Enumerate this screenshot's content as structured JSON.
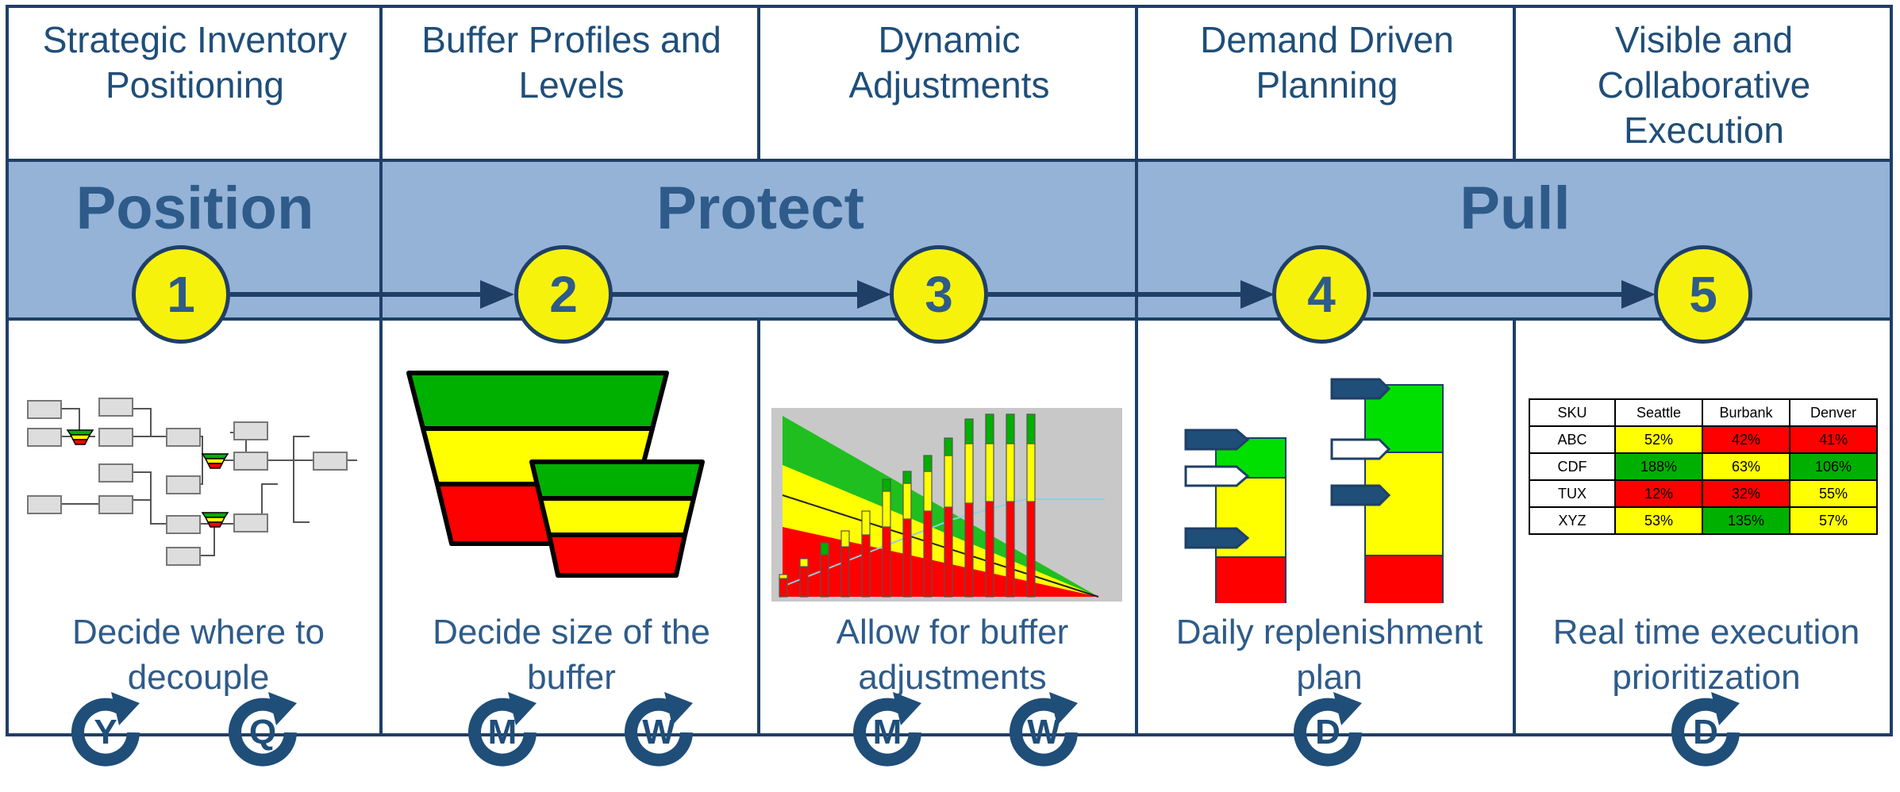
{
  "columns": [
    {
      "header": "Strategic Inventory Positioning",
      "description": "Decide where to decouple",
      "cycles": [
        "Y",
        "Q"
      ]
    },
    {
      "header": "Buffer Profiles and Levels",
      "description": "Decide size of the buffer",
      "cycles": [
        "M",
        "W"
      ]
    },
    {
      "header": "Dynamic Adjustments",
      "description": "Allow for buffer adjustments",
      "cycles": [
        "M",
        "W"
      ]
    },
    {
      "header": "Demand Driven Planning",
      "description": "Daily replenishment plan",
      "cycles": [
        "D"
      ]
    },
    {
      "header": "Visible and Collaborative Execution",
      "description": "Real time execution prioritization",
      "cycles": [
        "D"
      ]
    }
  ],
  "phases": [
    "Position",
    "Protect",
    "Pull"
  ],
  "steps": [
    "1",
    "2",
    "3",
    "4",
    "5"
  ],
  "sku_table": {
    "headers": [
      "SKU",
      "Seattle",
      "Burbank",
      "Denver"
    ],
    "rows": [
      {
        "sku": "ABC",
        "values": [
          "52%",
          "42%",
          "41%"
        ],
        "colors": [
          "yellow",
          "red",
          "red"
        ]
      },
      {
        "sku": "CDF",
        "values": [
          "188%",
          "63%",
          "106%"
        ],
        "colors": [
          "green",
          "yellow",
          "green"
        ]
      },
      {
        "sku": "TUX",
        "values": [
          "12%",
          "32%",
          "55%"
        ],
        "colors": [
          "red",
          "red",
          "yellow"
        ]
      },
      {
        "sku": "XYZ",
        "values": [
          "53%",
          "135%",
          "57%"
        ],
        "colors": [
          "yellow",
          "green",
          "yellow"
        ]
      }
    ]
  },
  "colors": {
    "band": "#95b3d7",
    "border": "#1f3f66",
    "title_text": "#1f4e79",
    "circle": "#f7f20c",
    "green": "#00b000",
    "yellow": "#ffff00",
    "red": "#ff0000"
  }
}
